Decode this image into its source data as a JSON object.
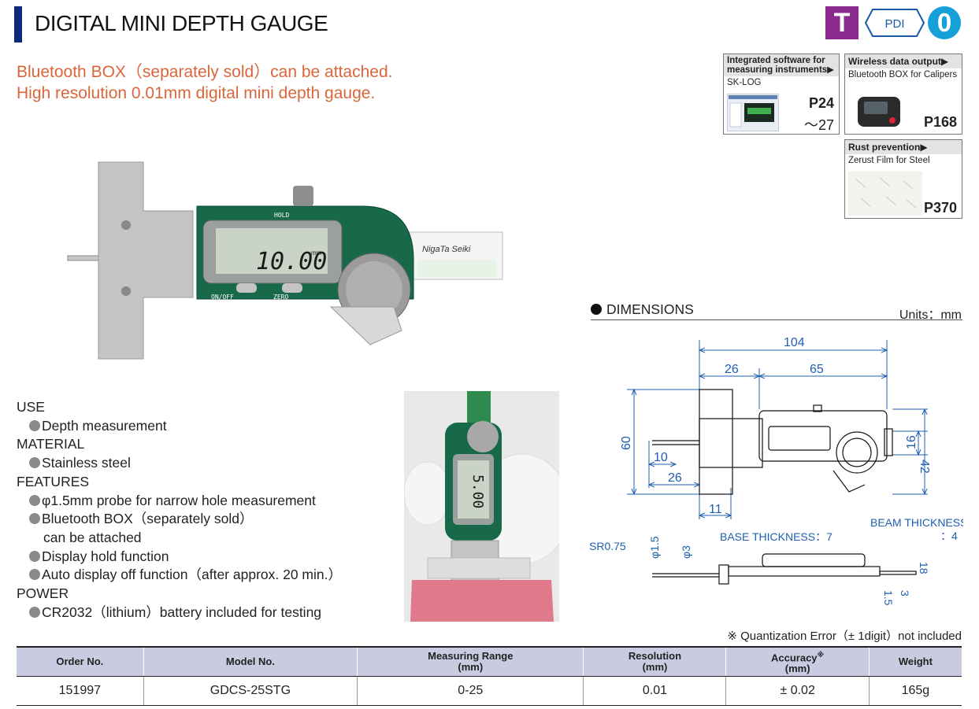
{
  "header": {
    "title": "DIGITAL MINI DEPTH GAUGE",
    "icons": {
      "t_icon": "T",
      "pdi_icon": "PDI",
      "zero_icon": "0"
    },
    "accent_color": "#0a2a7a"
  },
  "lead": {
    "line1": "Bluetooth BOX（separately sold）can be attached.",
    "line2": "High resolution 0.01mm digital mini depth gauge.",
    "color": "#d9663a"
  },
  "cards": {
    "software": {
      "heading": "Integrated software for measuring instruments▶",
      "sub": "SK-LOG",
      "page_line1": "P24",
      "page_line2": "～27"
    },
    "wireless": {
      "heading": "Wireless data output▶",
      "sub": "Bluetooth BOX for Calipers",
      "page": "P168"
    },
    "rust": {
      "heading": "Rust prevention▶",
      "sub": "Zerust Film for Steel",
      "page": "P370"
    }
  },
  "product_photo": {
    "display_value": "10.00",
    "display_unit": "mm",
    "hold_label": "HOLD",
    "onoff_label": "ON/OFF",
    "zero_label": "ZERO",
    "brand": "NigaTa Seiki"
  },
  "hand_photo": {
    "display_value": "5.00"
  },
  "specs": {
    "use_heading": "USE",
    "use_item": "Depth measurement",
    "material_heading": "MATERIAL",
    "material_item": "Stainless steel",
    "features_heading": "FEATURES",
    "features": [
      "φ1.5mm probe for narrow hole measurement",
      "Bluetooth BOX（separately sold）",
      "can be attached",
      "Display hold function",
      "Auto display off function（after approx. 20 min.）"
    ],
    "power_heading": "POWER",
    "power_item": "CR2032（lithium）battery included for testing"
  },
  "dimensions": {
    "title": "DIMENSIONS",
    "units": "Units：mm",
    "labels": {
      "d104": "104",
      "d26top": "26",
      "d65": "65",
      "d60": "60",
      "d10": "10",
      "d26": "26",
      "d11": "11",
      "d16": "16",
      "d42": "42",
      "sr": "SR0.75",
      "phi15": "φ1.5",
      "phi3": "φ3",
      "base": "BASE THICKNESS：7",
      "beam1": "BEAM THICKNESS",
      "beam2": "：4",
      "d18": "18",
      "d15": "1.5",
      "d3": "3"
    }
  },
  "note": "※ Quantization Error（± 1digit）not included",
  "table": {
    "headers": [
      "Order No.",
      "Model No.",
      "Measuring Range",
      "Resolution",
      "Accuracy",
      "Weight"
    ],
    "header_units": [
      "",
      "",
      "(mm)",
      "(mm)",
      "(mm)",
      ""
    ],
    "accuracy_mark": "※",
    "row": [
      "151997",
      "GDCS-25STG",
      "0-25",
      "0.01",
      "± 0.02",
      "165g"
    ],
    "header_color": "#c9cce0"
  }
}
